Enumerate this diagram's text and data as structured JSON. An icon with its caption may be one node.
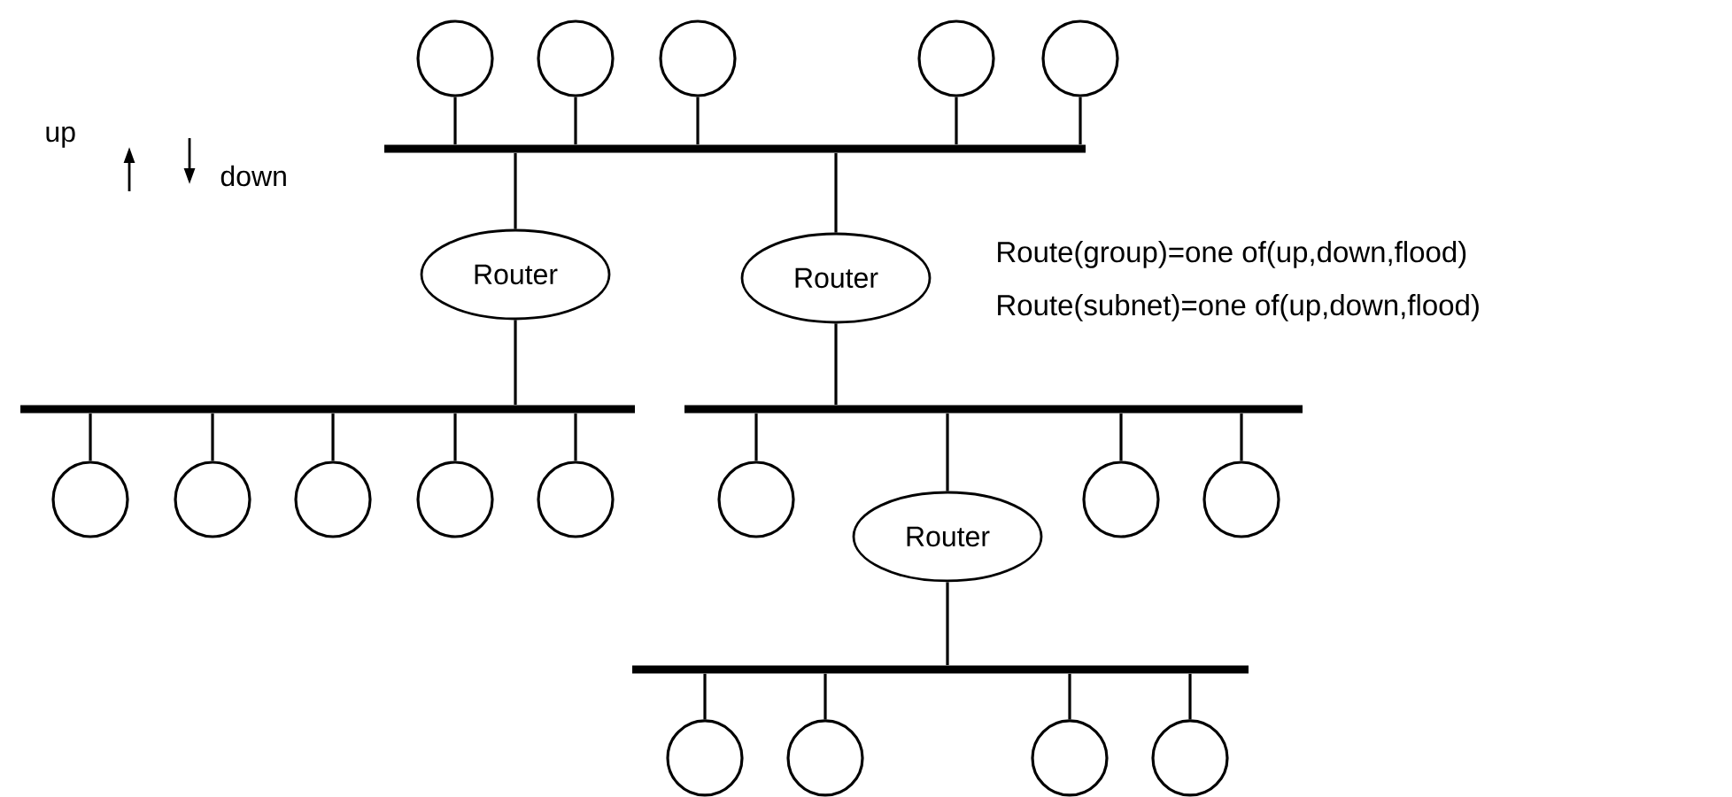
{
  "diagram": {
    "nodes": [
      {
        "text": [],
        "shape": "bar"
      },
      {
        "text": [],
        "shape": "circle"
      },
      {
        "text": [],
        "shape": "circle"
      },
      {
        "text": [],
        "shape": "circle"
      },
      {
        "text": [],
        "shape": "circle"
      },
      {
        "text": [],
        "shape": "circle"
      },
      {
        "text": [
          "Router"
        ]
      },
      {
        "text": [
          "Router"
        ]
      },
      {
        "text": [],
        "shape": "bar"
      },
      {
        "text": [],
        "shape": "circle"
      },
      {
        "text": [],
        "shape": "circle"
      },
      {
        "text": [],
        "shape": "circle"
      },
      {
        "text": [],
        "shape": "circle"
      },
      {
        "text": [],
        "shape": "circle"
      },
      {
        "text": [],
        "shape": "bar"
      },
      {
        "text": [],
        "shape": "circle"
      },
      {
        "text": [
          "Router"
        ]
      },
      {
        "text": [],
        "shape": "circle"
      },
      {
        "text": [],
        "shape": "circle"
      },
      {
        "text": [],
        "shape": "bar"
      },
      {
        "text": [],
        "shape": "circle"
      },
      {
        "text": [],
        "shape": "circle"
      },
      {
        "text": [],
        "shape": "circle"
      },
      {
        "text": [],
        "shape": "circle"
      }
    ],
    "edges": [
      {
        "from": 1,
        "to": 0,
        "arrow": "none"
      },
      {
        "from": 2,
        "to": 0,
        "arrow": "none"
      },
      {
        "from": 3,
        "to": 0,
        "arrow": "none"
      },
      {
        "from": 4,
        "to": 0,
        "arrow": "none"
      },
      {
        "from": 5,
        "to": 0,
        "arrow": "none"
      },
      {
        "from": 6,
        "to": 0,
        "arrow": "none"
      },
      {
        "from": 7,
        "to": 0,
        "arrow": "none"
      },
      {
        "from": 6,
        "to": 8,
        "arrow": "none"
      },
      {
        "from": 9,
        "to": 8,
        "arrow": "none"
      },
      {
        "from": 10,
        "to": 8,
        "arrow": "none"
      },
      {
        "from": 11,
        "to": 8,
        "arrow": "none"
      },
      {
        "from": 12,
        "to": 8,
        "arrow": "none"
      },
      {
        "from": 13,
        "to": 8,
        "arrow": "none"
      },
      {
        "from": 7,
        "to": 14,
        "arrow": "none"
      },
      {
        "from": 15,
        "to": 14,
        "arrow": "none"
      },
      {
        "from": 16,
        "to": 14,
        "arrow": "none"
      },
      {
        "from": 17,
        "to": 14,
        "arrow": "none"
      },
      {
        "from": 18,
        "to": 14,
        "arrow": "none"
      },
      {
        "from": 16,
        "to": 19,
        "arrow": "none"
      },
      {
        "from": 20,
        "to": 19,
        "arrow": "none"
      },
      {
        "from": 21,
        "to": 19,
        "arrow": "none"
      },
      {
        "from": 22,
        "to": 19,
        "arrow": "none"
      },
      {
        "from": 23,
        "to": 19,
        "arrow": "none"
      }
    ],
    "labels": [
      "up",
      "down",
      "Route(group)=one of(up,down,flood)",
      "Route(subnet)=one of(up,down,flood)"
    ]
  }
}
